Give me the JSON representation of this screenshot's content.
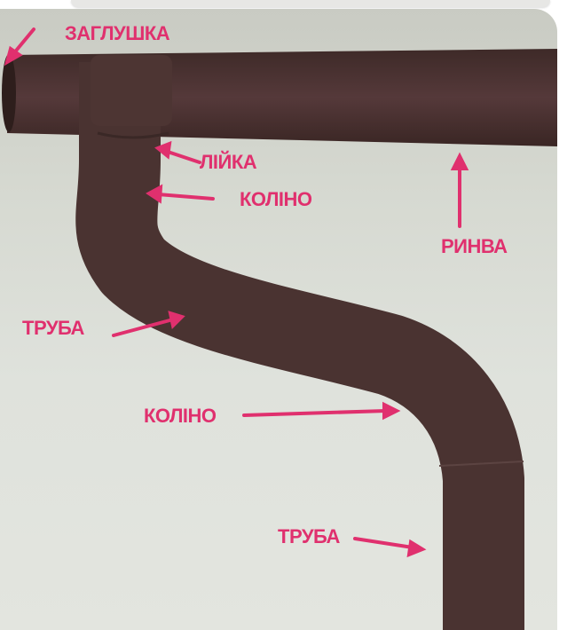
{
  "image": {
    "description": "Brown downpipe gutter system with labeled components",
    "colors": {
      "pipe": "#4a3330",
      "label": "#e0306e",
      "background": "#dcdfd8"
    }
  },
  "labels": {
    "end_cap": "ЗАГЛУШКА",
    "funnel": "ЛІЙКА",
    "elbow_top": "КОЛІНО",
    "gutter": "РИНВА",
    "pipe_upper": "ТРУБА",
    "elbow_bottom": "КОЛІНО",
    "pipe_lower": "ТРУБА"
  }
}
